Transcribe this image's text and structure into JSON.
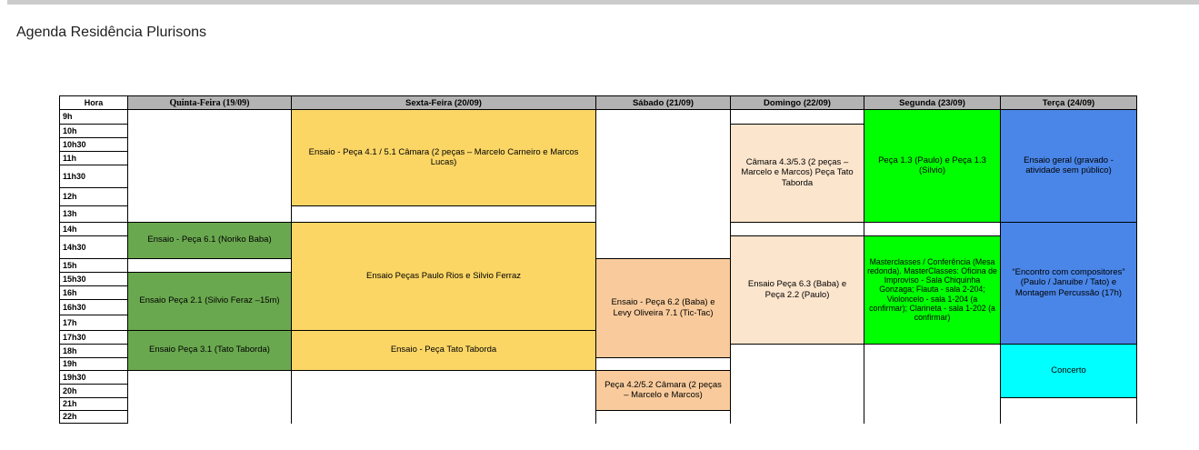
{
  "page": {
    "title": "Agenda Residência Plurisons"
  },
  "palette": {
    "header_gray": "#b3b3b3",
    "green": "#6aa84f",
    "yellow": "#fbd665",
    "peach": "#f9cb9c",
    "cream": "#fce5cd",
    "bright_green": "#00ff00",
    "blue": "#4a86e8",
    "cyan": "#00ffff",
    "grid_line": "#000000",
    "top_edge": "#cccccc"
  },
  "agenda": {
    "hora_header": "Hora",
    "days": [
      {
        "id": "quinta",
        "label": "Quinta-Feira (19/09)",
        "header_font": "serif"
      },
      {
        "id": "sexta",
        "label": "Sexta-Feira (20/09)",
        "header_font": "sans"
      },
      {
        "id": "sabado",
        "label": "Sábado (21/09)",
        "header_font": "sans"
      },
      {
        "id": "domingo",
        "label": "Domingo (22/09)",
        "header_font": "sans"
      },
      {
        "id": "segunda",
        "label": "Segunda (23/09)",
        "header_font": "sans"
      },
      {
        "id": "terca",
        "label": "Terça (24/09)",
        "header_font": "sans"
      }
    ],
    "times": [
      "9h",
      "10h",
      "10h30",
      "11h",
      "11h30",
      "12h",
      "13h",
      "14h",
      "14h30",
      "15h",
      "15h30",
      "16h",
      "16h30",
      "17h",
      "17h30",
      "18h",
      "19h",
      "19h30",
      "20h",
      "21h",
      "22h"
    ],
    "events": [
      {
        "day": "quinta",
        "start": "14h",
        "end": "14h30",
        "color": "green",
        "text": "Ensaio - Peça 6.1 (Noriko Baba)"
      },
      {
        "day": "quinta",
        "start": "15h30",
        "end": "17h",
        "color": "green",
        "text": "Ensaio Peça 2.1 (Silvio Feraz –15m)"
      },
      {
        "day": "quinta",
        "start": "17h30",
        "end": "19h",
        "color": "green",
        "text": "Ensaio Peça 3.1 (Tato Taborda)"
      },
      {
        "day": "sexta",
        "start": "9h",
        "end": "12h",
        "color": "yellow",
        "text": "Ensaio - Peça 4.1 / 5.1 Câmara (2 peças – Marcelo Carneiro e Marcos Lucas)"
      },
      {
        "day": "sexta",
        "start": "14h",
        "end": "17h",
        "color": "yellow",
        "text": "Ensaio Peças Paulo Rios e Silvio Ferraz"
      },
      {
        "day": "sexta",
        "start": "17h30",
        "end": "19h",
        "color": "yellow",
        "text": "Ensaio - Peça Tato Taborda"
      },
      {
        "day": "sabado",
        "start": "15h",
        "end": "18h",
        "color": "peach",
        "text": "Ensaio - Peça 6.2 (Baba) e Levy Oliveira 7.1 (Tic-Tac)"
      },
      {
        "day": "sabado",
        "start": "19h30",
        "end": "21h",
        "color": "peach",
        "text": "Peça 4.2/5.2 Câmara (2 peças – Marcelo e Marcos)"
      },
      {
        "day": "domingo",
        "start": "10h",
        "end": "13h",
        "color": "cream",
        "text": "Câmara 4.3/5.3 (2 peças – Marcelo e Marcos) Peça Tato Taborda"
      },
      {
        "day": "domingo",
        "start": "14h30",
        "end": "17h30",
        "color": "cream",
        "text": "Ensaio Peça 6.3 (Baba) e Peça 2.2 (Paulo)"
      },
      {
        "day": "segunda",
        "start": "9h",
        "end": "13h",
        "color": "bright_green",
        "text": "Peça 1.3 (Paulo) e Peça 1.3 (Silvio)"
      },
      {
        "day": "segunda",
        "start": "14h30",
        "end": "17h30",
        "color": "bright_green",
        "text": "Masterclasses / Conferência (Mesa redonda). MasterClasses: Oficina de Improviso - Sala Chiquinha Gonzaga; Flauta - sala 2-204; Violoncelo - sala 1-204 (a confirmar); Clarineta - sala 1-202 (a confirmar)"
      },
      {
        "day": "terca",
        "start": "9h",
        "end": "13h",
        "color": "blue",
        "text": "Ensaio geral (gravado - atividade sem público)"
      },
      {
        "day": "terca",
        "start": "14h",
        "end": "17h30",
        "color": "blue",
        "text": "“Encontro com compositores” (Paulo / Januibe / Tato) e Montagem Percussão (17h)"
      },
      {
        "day": "terca",
        "start": "18h",
        "end": "20h",
        "color": "cyan",
        "text": "Concerto"
      }
    ]
  }
}
